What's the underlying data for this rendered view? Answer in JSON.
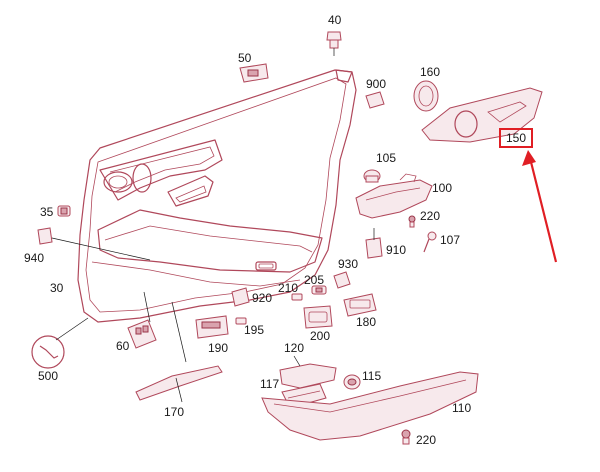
{
  "diagram": {
    "labels": {
      "p40": "40",
      "p50": "50",
      "p160": "160",
      "p900": "900",
      "p150": "150",
      "p105": "105",
      "p100": "100",
      "p220a": "220",
      "p107": "107",
      "p910": "910",
      "p35": "35",
      "p940": "940",
      "p30": "30",
      "p500": "500",
      "p60": "60",
      "p170": "170",
      "p190": "190",
      "p195": "195",
      "p920": "920",
      "p210": "210",
      "p205": "205",
      "p930": "930",
      "p200": "200",
      "p180": "180",
      "p120": "120",
      "p117": "117",
      "p115": "115",
      "p110": "110",
      "p220b": "220"
    },
    "highlighted_part": "150",
    "colors": {
      "part_outline": "#b0485b",
      "highlight": "#e01e24",
      "label_text": "#1a1a1a"
    }
  }
}
